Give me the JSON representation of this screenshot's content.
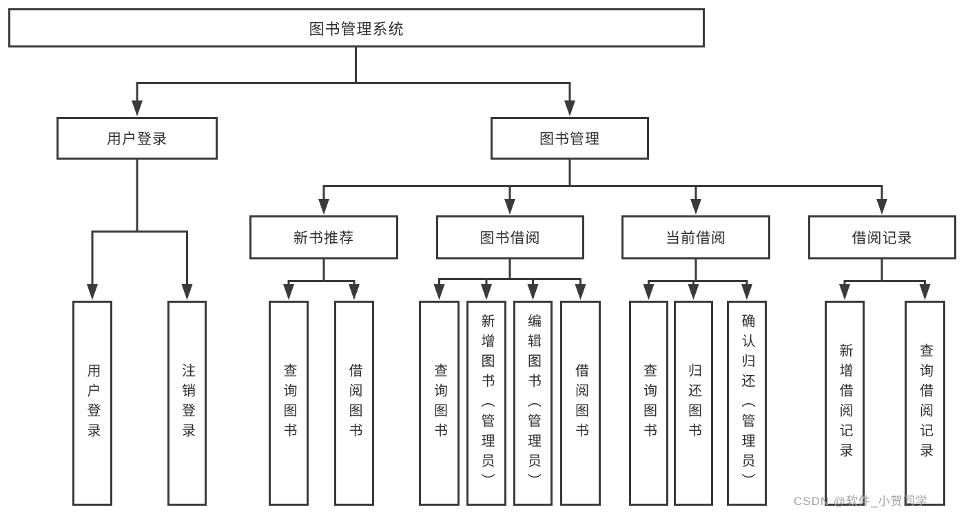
{
  "diagram": {
    "colors": {
      "line": "#3a3a3a",
      "box_border": "#3a3a3a",
      "text": "#2e2e2e",
      "watermark": "#a2a2a2",
      "background": "#ffffff"
    },
    "watermark": "CSDN @软件_小贺同学",
    "nodes": {
      "root": {
        "label": "图书管理系统"
      },
      "user_login_branch": {
        "label": "用户登录"
      },
      "book_mgmt_branch": {
        "label": "图书管理"
      },
      "new_book_rec": {
        "label": "新书推荐"
      },
      "book_borrow": {
        "label": "图书借阅"
      },
      "current_borrow": {
        "label": "当前借阅"
      },
      "borrow_records": {
        "label": "借阅记录"
      },
      "leaf_user_login": {
        "label": "用户登录"
      },
      "leaf_logout": {
        "label": "注销登录"
      },
      "leaf_query_book_rec": {
        "label": "查询图书"
      },
      "leaf_borrow_book_rec": {
        "label": "借阅图书"
      },
      "leaf_query_book_borrow": {
        "label": "查询图书"
      },
      "leaf_add_book": {
        "label": "新增图书（管理员）"
      },
      "leaf_edit_book": {
        "label": "编辑图书（管理员）"
      },
      "leaf_borrow_book_borrow": {
        "label": "借阅图书"
      },
      "leaf_query_book_current": {
        "label": "查询图书"
      },
      "leaf_return_book": {
        "label": "归还图书"
      },
      "leaf_confirm_return": {
        "label": "确认归还（管理员）"
      },
      "leaf_add_borrow_record": {
        "label": "新增借阅记录"
      },
      "leaf_query_borrow_record": {
        "label": "查询借阅记录"
      }
    }
  }
}
